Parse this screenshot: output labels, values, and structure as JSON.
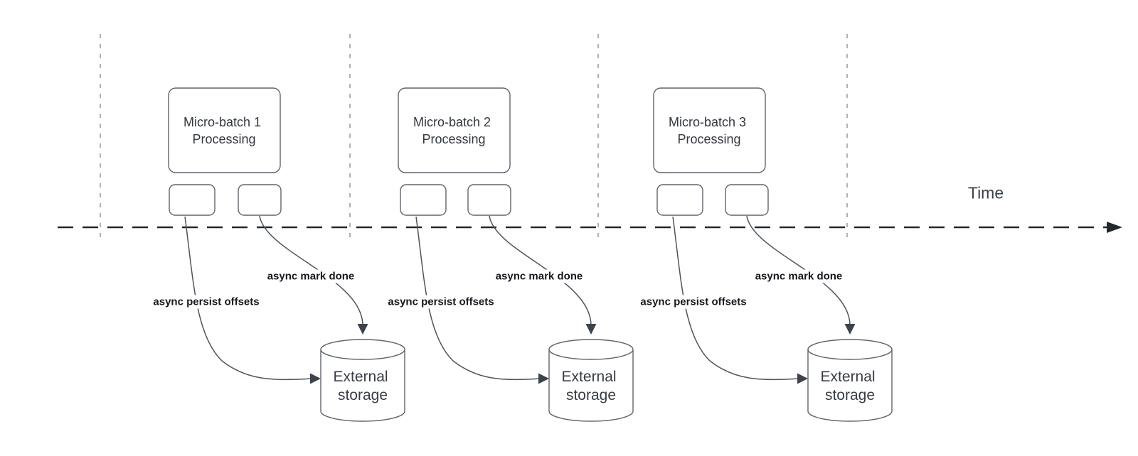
{
  "timeline": {
    "label": "Time"
  },
  "arrow_labels": {
    "persist": "async persist offsets",
    "mark": "async mark done"
  },
  "groups": [
    {
      "box_line1": "Micro-batch 1",
      "box_line2": "Processing",
      "persist_label": "async persist offsets",
      "mark_label": "async mark done",
      "storage_line1": "External",
      "storage_line2": "storage"
    },
    {
      "box_line1": "Micro-batch 2",
      "box_line2": "Processing",
      "persist_label": "async persist offsets",
      "mark_label": "async mark done",
      "storage_line1": "External",
      "storage_line2": "storage"
    },
    {
      "box_line1": "Micro-batch 3",
      "box_line2": "Processing",
      "persist_label": "async persist offsets",
      "mark_label": "async mark done",
      "storage_line1": "External",
      "storage_line2": "storage"
    }
  ],
  "colors": {
    "background": "#ffffff",
    "shape_stroke": "#5f656c",
    "connector_stroke": "#4e555d",
    "arrowhead_fill": "#3d434b",
    "timeline_stroke": "#23282e",
    "guide_line": "#a7a9ad",
    "label_text": "#16191e",
    "shape_text": "#33383f",
    "time_text": "#3c424a"
  }
}
